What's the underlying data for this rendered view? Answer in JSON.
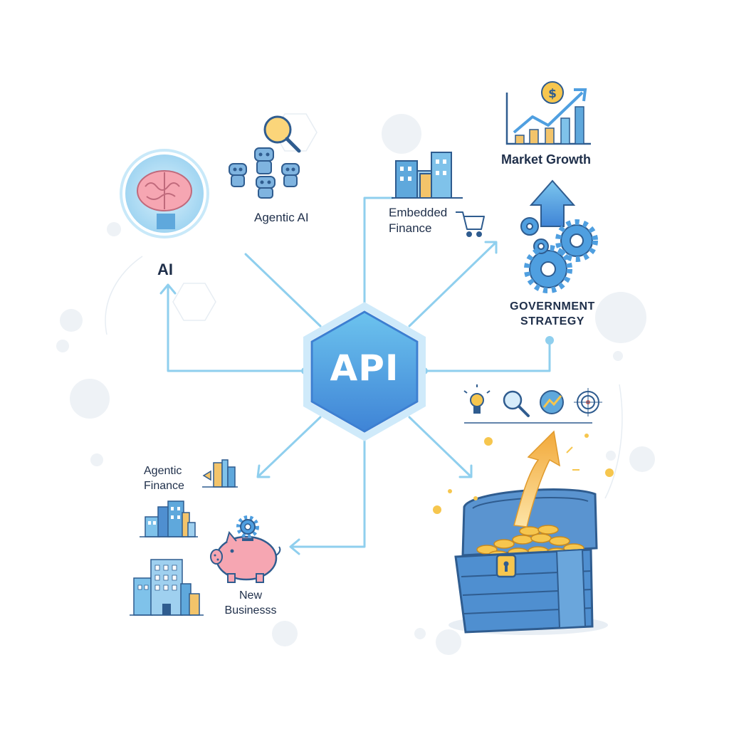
{
  "hub": {
    "label": "API"
  },
  "nodes": {
    "ai": {
      "label": "AI",
      "icon": "brain-icon"
    },
    "agentic_ai": {
      "label": "Agentic AI",
      "icon": "robots-icon"
    },
    "embedded_finance": {
      "line1": "Embedded",
      "line2": "Finance",
      "icon": "shopping-cart-icon"
    },
    "market_growth": {
      "label": "Market Growth",
      "icon": "growth-chart-icon"
    },
    "government_strategy": {
      "line1": "GOVERNMENT",
      "line2": "STRATEGY",
      "icon": "gears-icon"
    },
    "agentic_finance": {
      "line1": "Agentic",
      "line2": "Finance",
      "icon": "buildings-icon"
    },
    "new_business": {
      "line1": "New",
      "line2": "Businesss",
      "icon": "piggy-bank-icon"
    },
    "opportunity": {
      "icons": [
        "lightbulb-icon",
        "magnifier-icon",
        "graph-icon",
        "target-icon"
      ],
      "main_icon": "treasure-chest-icon"
    }
  },
  "colors": {
    "hub": "#4f9fe0",
    "connector": "#8fcfee",
    "building": "#5fa8dc",
    "accent_gold": "#f2b43a",
    "text": "#1f2f4a"
  }
}
